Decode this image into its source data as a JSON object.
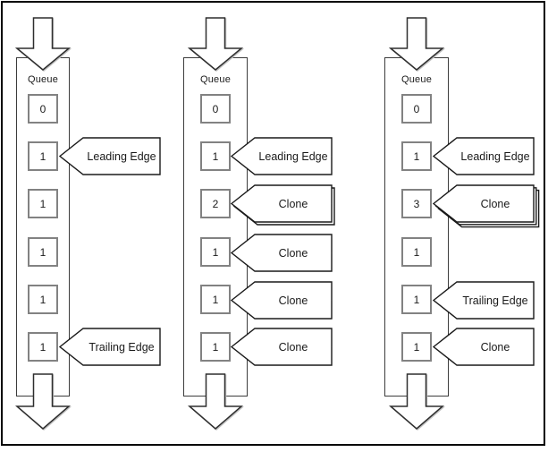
{
  "icons": {
    "inflow": "down-arrow",
    "outflow": "down-arrow"
  },
  "colors": {
    "background": "#ffffff",
    "frame": "#000000",
    "column_stroke": "#3c3c3c",
    "box_stroke": "#828282",
    "callout_stroke": "#1a1a1a",
    "arrow_stroke": "#2e2e2e",
    "text": "#1a1a1a"
  },
  "queues": [
    {
      "label": "Queue",
      "cells": [
        {
          "value": "0"
        },
        {
          "value": "1",
          "callout": {
            "label": "Leading Edge",
            "stack": 1
          }
        },
        {
          "value": "1"
        },
        {
          "value": "1"
        },
        {
          "value": "1"
        },
        {
          "value": "1",
          "callout": {
            "label": "Trailing Edge",
            "stack": 1
          }
        }
      ]
    },
    {
      "label": "Queue",
      "cells": [
        {
          "value": "0"
        },
        {
          "value": "1",
          "callout": {
            "label": "Leading Edge",
            "stack": 1
          }
        },
        {
          "value": "2",
          "callout": {
            "label": "Clone",
            "stack": 2
          }
        },
        {
          "value": "1",
          "callout": {
            "label": "Clone",
            "stack": 1
          }
        },
        {
          "value": "1",
          "callout": {
            "label": "Clone",
            "stack": 1
          }
        },
        {
          "value": "1",
          "callout": {
            "label": "Clone",
            "stack": 1
          }
        }
      ]
    },
    {
      "label": "Queue",
      "cells": [
        {
          "value": "0"
        },
        {
          "value": "1",
          "callout": {
            "label": "Leading Edge",
            "stack": 1
          }
        },
        {
          "value": "3",
          "callout": {
            "label": "Clone",
            "stack": 3
          }
        },
        {
          "value": "1"
        },
        {
          "value": "1",
          "callout": {
            "label": "Trailing Edge",
            "stack": 1
          }
        },
        {
          "value": "1",
          "callout": {
            "label": "Clone",
            "stack": 1
          }
        }
      ]
    }
  ]
}
